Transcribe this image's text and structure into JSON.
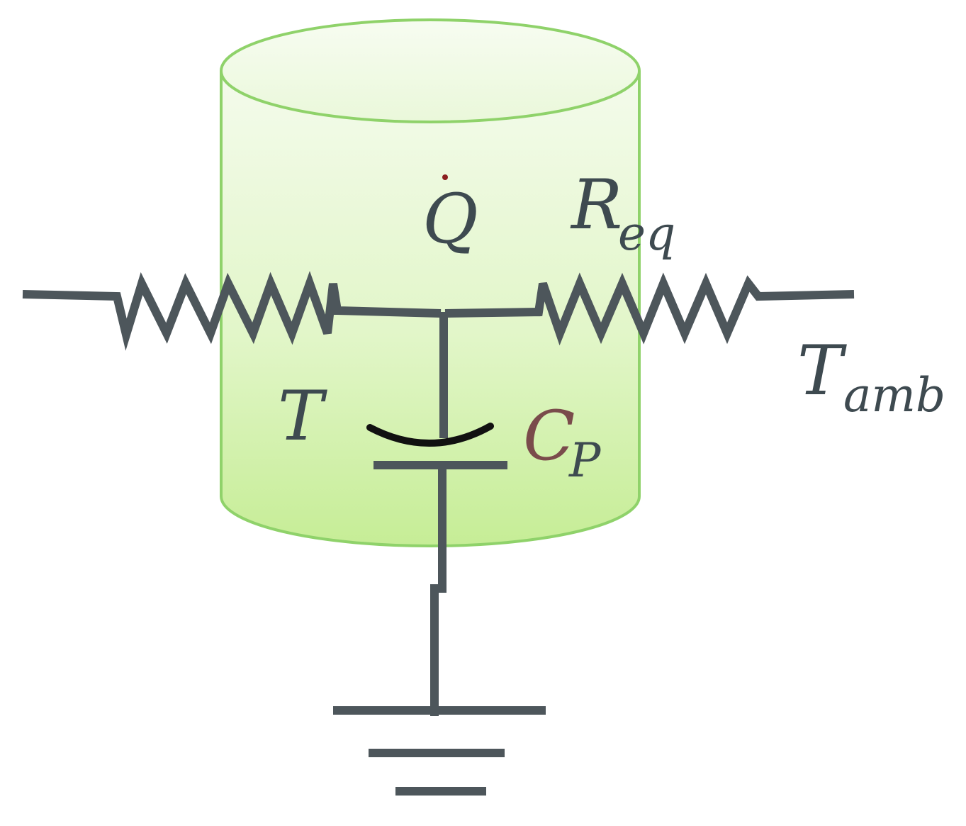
{
  "colors": {
    "cylinder_fill_top": "#f4fbec",
    "cylinder_fill_bottom": "#cbef9f",
    "cylinder_stroke": "#8fd26a",
    "wire": "#4d565b",
    "text": "#3e4a50",
    "capacitor_label": "#7a4b4b",
    "capacitor_plate_curved": "#111111",
    "dot": "#8b1f1f"
  },
  "labels": {
    "heat_flow": "Q",
    "resistance_main": "R",
    "resistance_sub": "eq",
    "ambient_main": "T",
    "ambient_sub": "amb",
    "temperature": "T",
    "capacitance_main": "C",
    "capacitance_sub": "P"
  }
}
